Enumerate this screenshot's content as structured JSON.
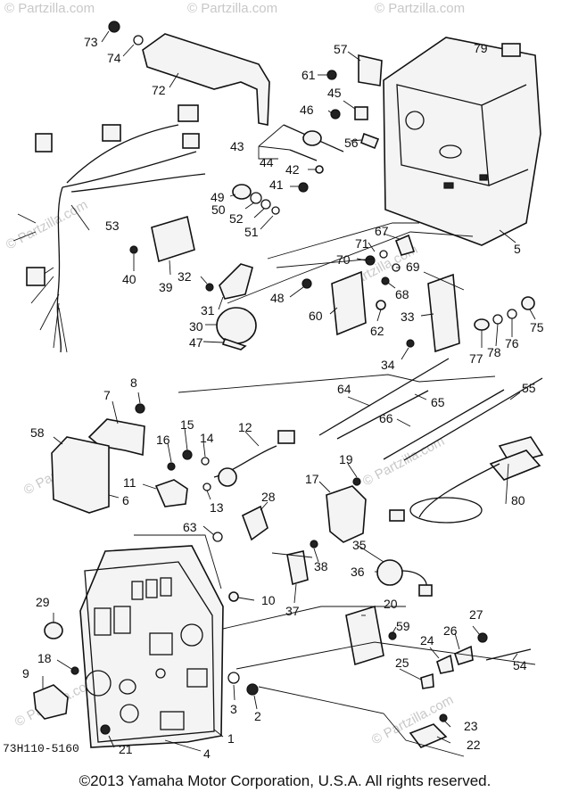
{
  "watermark": "© Partzilla.com",
  "diagram_code": "73H110-5160",
  "footer": "©2013  Yamaha Motor Corporation, U.S.A. All rights reserved.",
  "labels": [
    "73",
    "74",
    "72",
    "57",
    "79",
    "61",
    "45",
    "46",
    "56",
    "43",
    "44",
    "42",
    "41",
    "49",
    "50",
    "52",
    "51",
    "53",
    "40",
    "39",
    "32",
    "31",
    "30",
    "47",
    "48",
    "71",
    "67",
    "70",
    "69",
    "68",
    "60",
    "62",
    "33",
    "34",
    "77",
    "78",
    "76",
    "75",
    "5",
    "64",
    "65",
    "66",
    "55",
    "8",
    "7",
    "58",
    "6",
    "15",
    "16",
    "14",
    "12",
    "11",
    "13",
    "63",
    "28",
    "19",
    "17",
    "80",
    "38",
    "37",
    "35",
    "36",
    "29",
    "10",
    "20",
    "59",
    "27",
    "26",
    "24",
    "54",
    "25",
    "18",
    "9",
    "3",
    "2",
    "23",
    "22",
    "21",
    "4",
    "1"
  ]
}
